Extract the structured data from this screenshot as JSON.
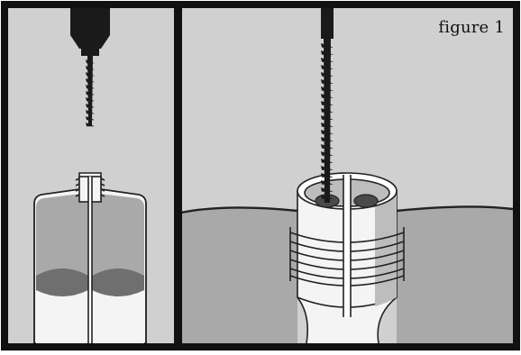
{
  "figure": {
    "caption": "figure 1"
  },
  "palette": {
    "background": "#d0d0d0",
    "frame": "#111111",
    "outline": "#222222",
    "liquid_mid": "#a9a9a9",
    "liquid_dark": "#6f6f6f",
    "container_light": "#f4f4f4",
    "container_shade": "#bdbdbd",
    "hole_dark": "#4a4a4a",
    "drill_black": "#1a1a1a"
  },
  "panels": [
    {
      "name": "left-panel",
      "subject": "drill-bit-above-bottle"
    },
    {
      "name": "right-panel",
      "subject": "drill-bit-through-cap"
    }
  ],
  "icons": [
    "drill-bit-icon",
    "bottle-icon",
    "screw-cap-icon"
  ]
}
